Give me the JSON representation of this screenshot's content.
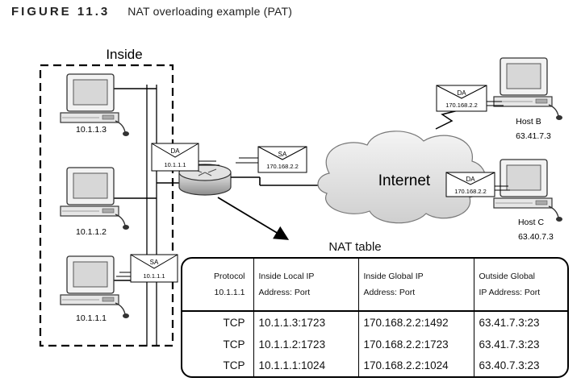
{
  "figure": {
    "number": "FIGURE 11.3",
    "title": "NAT overloading example (PAT)"
  },
  "inside_label": "Inside",
  "internet_label": "Internet",
  "hosts_inside": [
    {
      "ip": "10.1.1.3"
    },
    {
      "ip": "10.1.1.2"
    },
    {
      "ip": "10.1.1.1"
    }
  ],
  "hosts_outside": [
    {
      "name": "Host B",
      "ip": "63.41.7.3"
    },
    {
      "name": "Host C",
      "ip": "63.40.7.3"
    }
  ],
  "packets": {
    "inside_to_router": {
      "label": "SA",
      "addr": "10.1.1.1"
    },
    "router_inbound": {
      "label": "DA",
      "addr": "10.1.1.1"
    },
    "router_to_internet": {
      "label": "SA",
      "addr": "170.168.2.2"
    },
    "to_host_b": {
      "label": "DA",
      "addr": "170.168.2.2"
    },
    "to_host_c": {
      "label": "DA",
      "addr": "170.168.2.2"
    }
  },
  "nat_table": {
    "title": "NAT table",
    "headers": [
      [
        "Protocol",
        "10.1.1.1"
      ],
      [
        "Inside Local IP",
        "Address: Port"
      ],
      [
        "Inside Global IP",
        "Address: Port"
      ],
      [
        "Outside Global",
        "IP Address: Port"
      ]
    ],
    "rows": [
      [
        "TCP",
        "10.1.1.3:1723",
        "170.168.2.2:1492",
        "63.41.7.3:23"
      ],
      [
        "TCP",
        "10.1.1.2:1723",
        "170.168.2.2:1723",
        "63.41.7.3:23"
      ],
      [
        "TCP",
        "10.1.1.1:1024",
        "170.168.2.2:1024",
        "63.40.7.3:23"
      ]
    ]
  }
}
